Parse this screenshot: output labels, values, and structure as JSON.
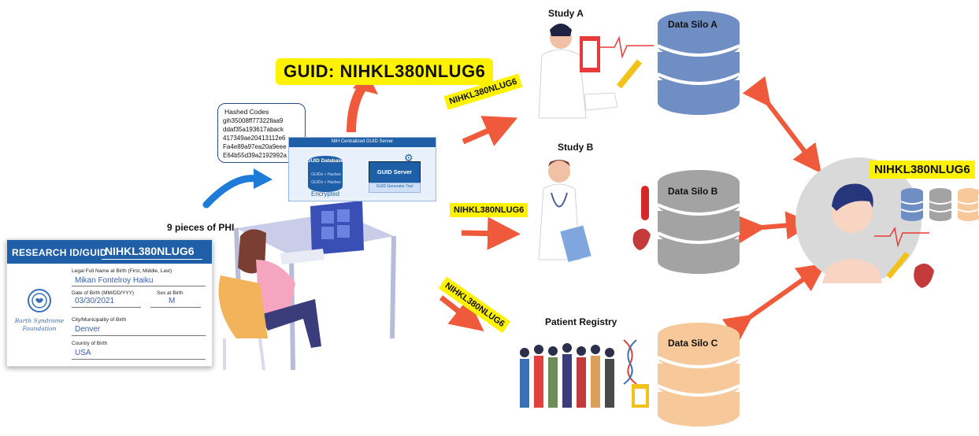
{
  "guid_banner": "GUID: NIHKL380NLUG6",
  "phi_label": "9 pieces of PHI",
  "hashed": {
    "title": "Hashed Codes",
    "lines": [
      "gih35008ff77322llaa9",
      "ddaf35a193617aback",
      "417349ae20413112e6",
      "Fa4e89a97ea20a9eee",
      "E64b55d39a2192992a"
    ]
  },
  "server": {
    "title": "NIH Centralized GUID Server",
    "db_label": "GUID Database",
    "db_row1": "GUIDs + Hashes",
    "db_row2": "GUIDs + Hashes",
    "encrypted": "Encrypted",
    "guid_server": "GUID Server",
    "generator_tool": "GUID Generator Tool"
  },
  "card": {
    "header": "RESEARCH ID/GUID",
    "guid": "NIHKL380NLUG6",
    "name_label": "Legal Full Name at Birth (First, Middle, Last)",
    "name_value": "Mikan Fontelroy Haiku",
    "dob_label": "Date of Birth (MM/DD/YYY)",
    "dob_value": "03/30/2021",
    "sex_label": "Sex at Birth",
    "sex_value": "M",
    "city_label": "City/Municipality of Birth",
    "city_value": "Denver",
    "country_label": "Country of Birth",
    "country_value": "USA",
    "org_line1": "Barth Syndrome",
    "org_line2": "Foundation"
  },
  "arrow_tags": {
    "study_a": "NIHKL380NLUG6",
    "study_b": "NIHKL380NLUG6",
    "registry": "NIHKL380NLUG6"
  },
  "studies": {
    "a": "Study A",
    "b": "Study B",
    "registry": "Patient Registry"
  },
  "silos": {
    "a": "Data Silo A",
    "b": "Data Silo B",
    "c": "Data Silo C"
  },
  "patient_guid": "NIHKL380NLUG6",
  "colors": {
    "highlight": "#fff200",
    "arrow": "#f05a3c",
    "silo_blue": "#6f8fc4",
    "silo_gray": "#a3a3a3",
    "silo_peach": "#f6c89a",
    "card_blue": "#1e5fa8"
  }
}
